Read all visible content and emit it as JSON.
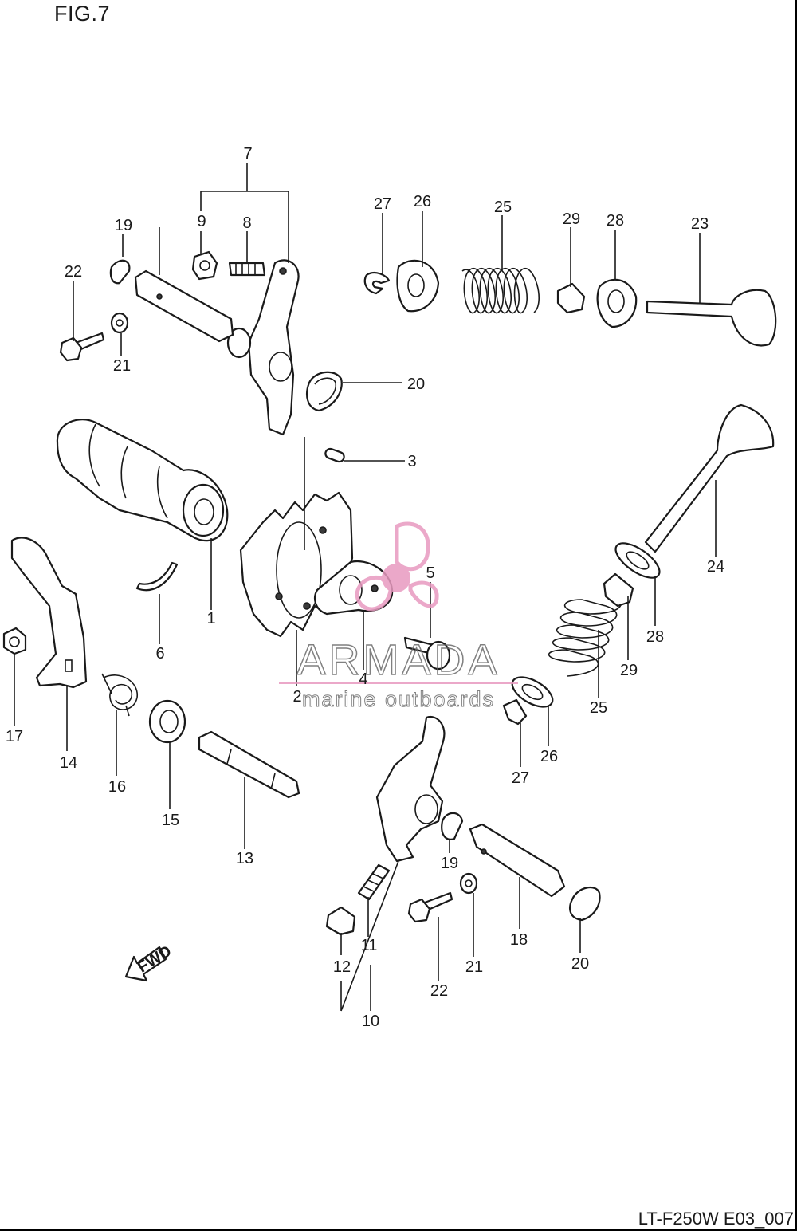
{
  "figure_title": "FIG.7",
  "drawing_code": "LT-F250W E03_007",
  "watermark": {
    "brand": "ARMADA",
    "tagline": "marine outboards",
    "accent_color": "#e89ac0"
  },
  "fwd_arrow": {
    "label": "FWD"
  },
  "callouts": [
    "1",
    "2",
    "3",
    "4",
    "5",
    "6",
    "7",
    "8",
    "9",
    "10",
    "11",
    "12",
    "13",
    "14",
    "15",
    "16",
    "17",
    "18",
    "19",
    "19",
    "20",
    "20",
    "21",
    "21",
    "22",
    "22",
    "23",
    "24",
    "25",
    "25",
    "26",
    "26",
    "27",
    "27",
    "28",
    "28",
    "29",
    "29"
  ]
}
